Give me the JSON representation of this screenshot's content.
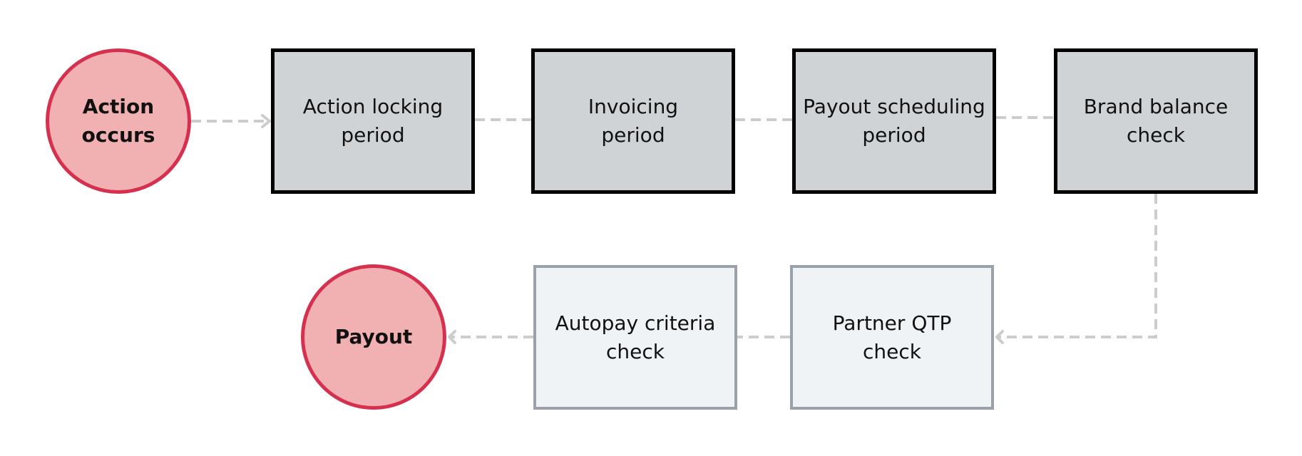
{
  "diagram": {
    "nodes": {
      "action_occurs": "Action\noccurs",
      "action_locking": "Action locking\nperiod",
      "invoicing": "Invoicing\nperiod",
      "payout_scheduling": "Payout scheduling\nperiod",
      "brand_balance": "Brand balance\ncheck",
      "partner_qtp": "Partner QTP\ncheck",
      "autopay_criteria": "Autopay criteria\ncheck",
      "payout": "Payout"
    },
    "colors": {
      "circle_fill": "#f1b0b2",
      "circle_border": "#d6304f",
      "dark_step_fill": "#d0d3d6",
      "dark_step_border": "#000000",
      "light_step_fill": "#eff3f6",
      "light_step_border": "#9ba1a8",
      "connector": "#cccccc"
    }
  }
}
